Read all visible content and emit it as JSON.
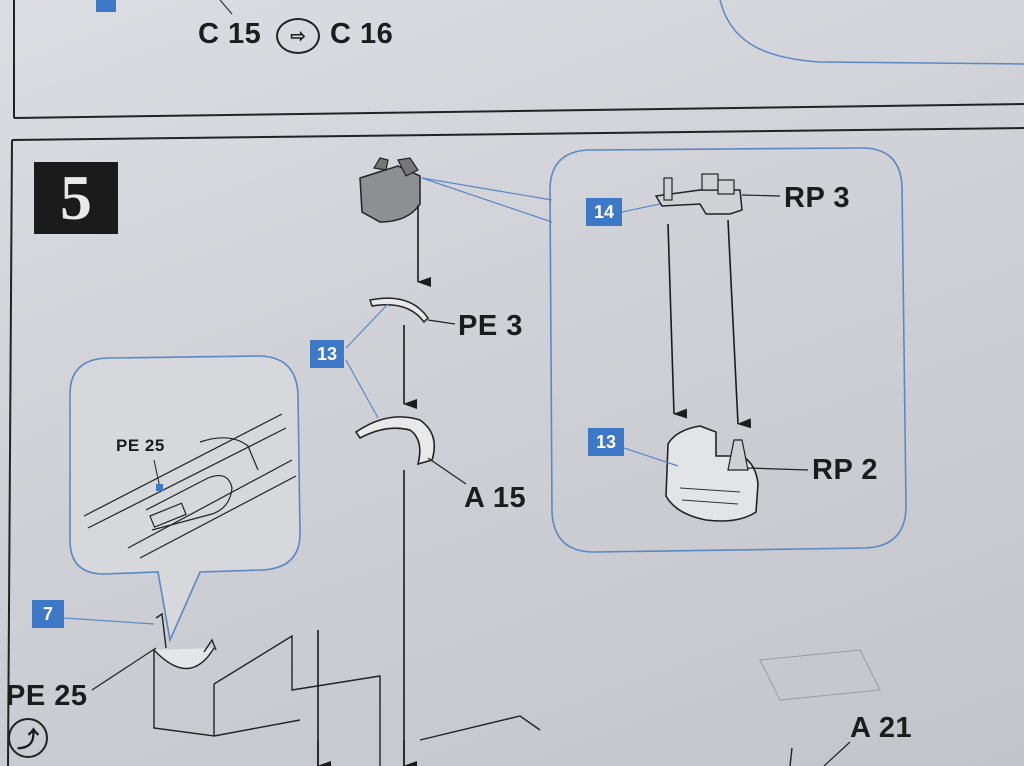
{
  "prev_step": {
    "label_left": "C 15",
    "label_right": "C 16",
    "swap_icon": "swap-arrow-icon"
  },
  "step": {
    "number": "5",
    "badge_color": "#3d79c7",
    "main_column": {
      "part_pe3": "PE 3",
      "part_a15": "A 15",
      "badge": "13"
    },
    "detail_right": {
      "badge_top": "14",
      "badge_bottom": "13",
      "part_rp3": "RP 3",
      "part_rp2": "RP 2"
    },
    "detail_left": {
      "inset_part": "PE 25",
      "badge": "7",
      "part": "PE 25",
      "orientation_icon": "turn-arrow-icon"
    },
    "bottom": {
      "part_a21": "A 21"
    }
  }
}
